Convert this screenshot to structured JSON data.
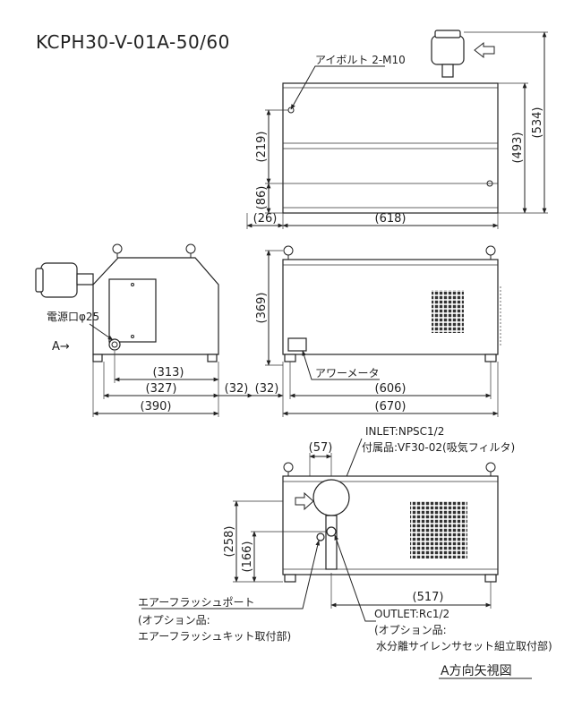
{
  "title": "KCPH30-V-01A-50/60",
  "top_view": {
    "eyebolt_label": "アイボルト 2-M10",
    "dim_219": "(219)",
    "dim_86": "(86)",
    "dim_26": "(26)",
    "dim_618": "(618)",
    "dim_493": "(493)",
    "dim_534": "(534)"
  },
  "side_view": {
    "power_port_label": "電源口φ25",
    "arrow_a_label": "A→",
    "dim_313": "(313)",
    "dim_327": "(327)",
    "dim_390": "(390)",
    "dim_32a": "(32)",
    "dim_32b": "(32)"
  },
  "front_view": {
    "dim_369": "(369)",
    "hour_meter_label": "アワーメータ",
    "dim_606": "(606)",
    "dim_670": "(670)"
  },
  "a_view": {
    "dim_57": "(57)",
    "inlet_label": "INLET:NPSC1/2",
    "accessory_label": "付属品:VF30-02(吸気フィルタ)",
    "dim_258": "(258)",
    "dim_166": "(166)",
    "dim_517": "(517)",
    "air_flush_label": "エアーフラッシュポート",
    "air_flush_option1": "(オプション品:",
    "air_flush_option2": "エアーフラッシュキット取付部)",
    "outlet_label": "OUTLET:Rc1/2",
    "outlet_option1": "(オプション品:",
    "outlet_option2": "水分離サイレンサセット組立取付部)",
    "caption": "A方向矢視図"
  }
}
